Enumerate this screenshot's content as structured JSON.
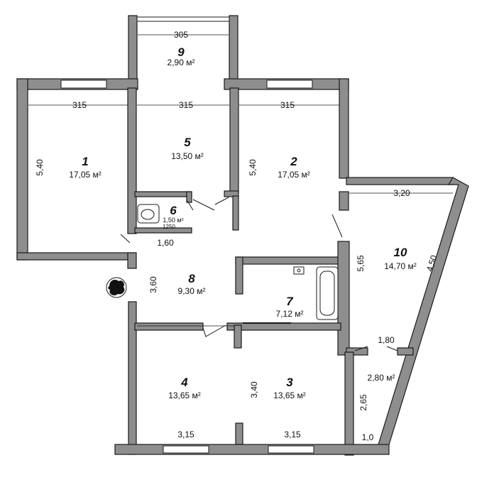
{
  "rooms": [
    {
      "id": "r1",
      "number": "1",
      "area": "17,05 м²"
    },
    {
      "id": "r2",
      "number": "2",
      "area": "17,05 м²"
    },
    {
      "id": "r3",
      "number": "3",
      "area": "13,65 м²"
    },
    {
      "id": "r4",
      "number": "4",
      "area": "13,65 м²"
    },
    {
      "id": "r5",
      "number": "5",
      "area": "13,50 м²"
    },
    {
      "id": "r6",
      "number": "6",
      "area": "1,50 м²"
    },
    {
      "id": "r7",
      "number": "7",
      "area": "7,12 м²"
    },
    {
      "id": "r8",
      "number": "8",
      "area": "9,30 м²"
    },
    {
      "id": "r9",
      "number": "9",
      "area": "2,90 м²"
    },
    {
      "id": "r10",
      "number": "10",
      "area": "14,70 м²"
    },
    {
      "id": "r11",
      "number": "",
      "area": "2,80 м²"
    }
  ],
  "dimensions": [
    {
      "id": "d-balcony-width",
      "text": "305"
    },
    {
      "id": "d-r1-width",
      "text": "315"
    },
    {
      "id": "d-r5-width",
      "text": "315"
    },
    {
      "id": "d-r2-width",
      "text": "315"
    },
    {
      "id": "d-r1-height",
      "text": "5,40"
    },
    {
      "id": "d-r2-height",
      "text": "5,40"
    },
    {
      "id": "d-r10-width",
      "text": "3,20"
    },
    {
      "id": "d-r10-height",
      "text": "5,65"
    },
    {
      "id": "d-r10-diagonal",
      "text": "4,50"
    },
    {
      "id": "d-r6-width",
      "text": "1250"
    },
    {
      "id": "d-hall-width",
      "text": "1,60"
    },
    {
      "id": "d-hall-height",
      "text": "3,60"
    },
    {
      "id": "d-r3r4-height",
      "text": "3,40"
    },
    {
      "id": "d-r4-width",
      "text": "3,15"
    },
    {
      "id": "d-r3-width",
      "text": "3,15"
    },
    {
      "id": "d-closet-width",
      "text": "1,80"
    },
    {
      "id": "d-closet-height",
      "text": "2,65"
    },
    {
      "id": "d-closet-bottom",
      "text": "1,0"
    }
  ],
  "colors": {
    "wall": "#8e8e8e",
    "line": "#1a1a1a",
    "background": "#ffffff"
  },
  "icons": [
    "door-swing-icon",
    "bathtub-icon",
    "sink-icon",
    "washbasin-icon",
    "ventilation-shaft-icon"
  ]
}
